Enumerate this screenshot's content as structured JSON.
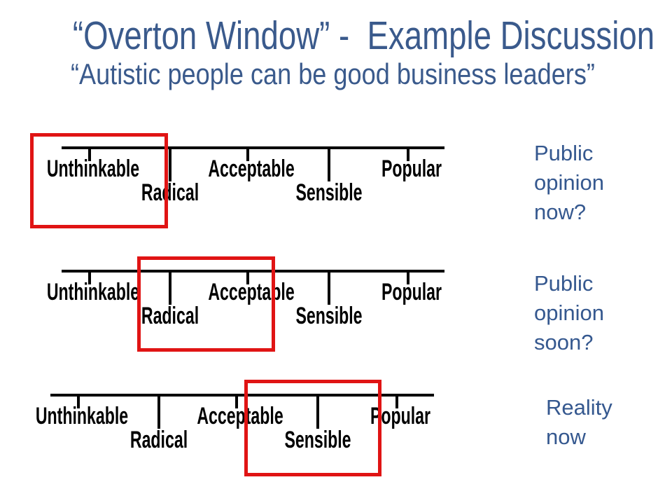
{
  "slide": {
    "title": "“Overton Window” -  Example Discussion",
    "subtitle": "“Autistic people can be good business leaders”"
  },
  "axis_labels": [
    "Unthinkable",
    "Radical",
    "Acceptable",
    "Sensible",
    "Popular"
  ],
  "diagrams": [
    {
      "caption": "Public opinion now?",
      "window_covers": "Unthinkable"
    },
    {
      "caption": "Public opinion soon?",
      "window_covers": "Radical to Acceptable"
    },
    {
      "caption": "Reality now",
      "window_covers": "Sensible"
    }
  ],
  "colors": {
    "title_text": "#3A5A8C",
    "caption_text": "#35588F",
    "diagram_ink": "#000000",
    "window_box": "#E01414"
  }
}
